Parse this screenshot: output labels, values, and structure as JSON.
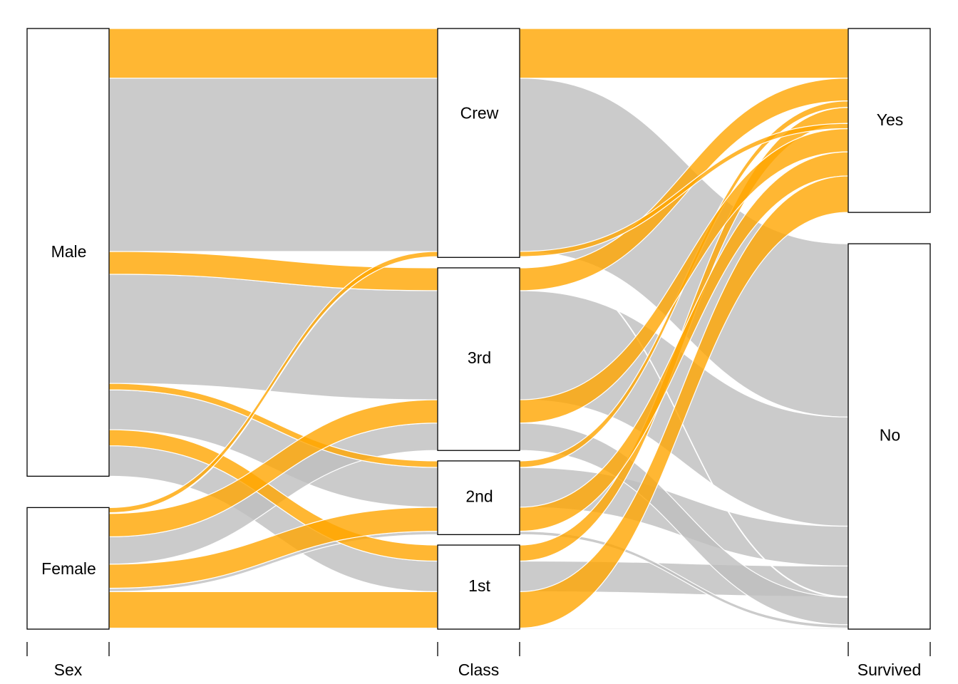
{
  "chart_data": {
    "type": "alluvial",
    "title": "",
    "axes": [
      {
        "name": "Sex",
        "categories": [
          "Male",
          "Female"
        ]
      },
      {
        "name": "Class",
        "categories": [
          "Crew",
          "3rd",
          "2nd",
          "1st"
        ]
      },
      {
        "name": "Survived",
        "categories": [
          "Yes",
          "No"
        ]
      }
    ],
    "color_by": "Survived",
    "colors": {
      "Yes": "#FFA500",
      "No": "#BEBEBE"
    },
    "opacity": 0.8,
    "flows": [
      {
        "Sex": "Male",
        "Class": "Crew",
        "Survived": "Yes",
        "freq": 192
      },
      {
        "Sex": "Male",
        "Class": "Crew",
        "Survived": "No",
        "freq": 670
      },
      {
        "Sex": "Male",
        "Class": "3rd",
        "Survived": "Yes",
        "freq": 88
      },
      {
        "Sex": "Male",
        "Class": "3rd",
        "Survived": "No",
        "freq": 422
      },
      {
        "Sex": "Male",
        "Class": "2nd",
        "Survived": "Yes",
        "freq": 25
      },
      {
        "Sex": "Male",
        "Class": "2nd",
        "Survived": "No",
        "freq": 154
      },
      {
        "Sex": "Male",
        "Class": "1st",
        "Survived": "Yes",
        "freq": 62
      },
      {
        "Sex": "Male",
        "Class": "1st",
        "Survived": "No",
        "freq": 118
      },
      {
        "Sex": "Female",
        "Class": "Crew",
        "Survived": "Yes",
        "freq": 20
      },
      {
        "Sex": "Female",
        "Class": "Crew",
        "Survived": "No",
        "freq": 3
      },
      {
        "Sex": "Female",
        "Class": "3rd",
        "Survived": "Yes",
        "freq": 90
      },
      {
        "Sex": "Female",
        "Class": "3rd",
        "Survived": "No",
        "freq": 106
      },
      {
        "Sex": "Female",
        "Class": "2nd",
        "Survived": "Yes",
        "freq": 93
      },
      {
        "Sex": "Female",
        "Class": "2nd",
        "Survived": "No",
        "freq": 13
      },
      {
        "Sex": "Female",
        "Class": "1st",
        "Survived": "Yes",
        "freq": 141
      },
      {
        "Sex": "Female",
        "Class": "1st",
        "Survived": "No",
        "freq": 4
      }
    ]
  }
}
